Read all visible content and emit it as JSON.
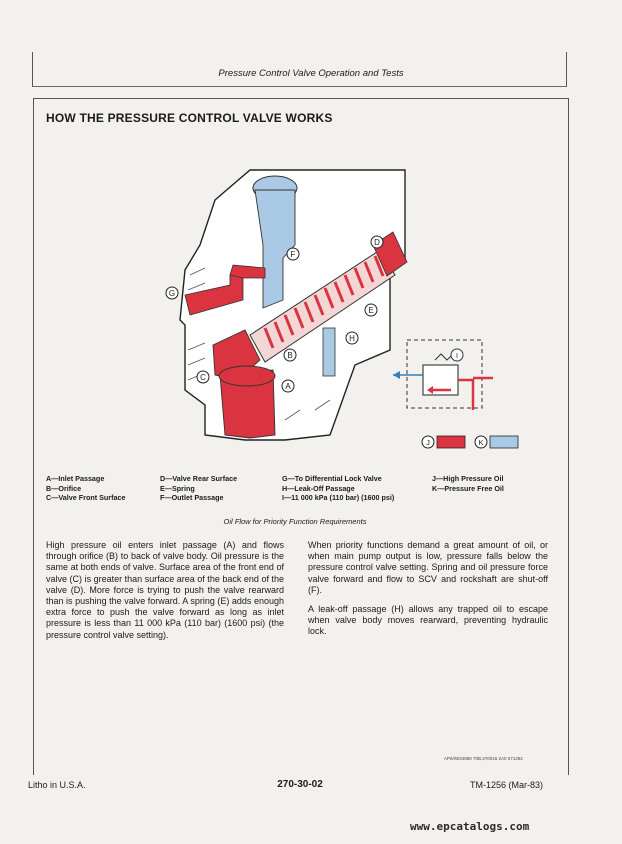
{
  "header": {
    "running_head": "Pressure Control Valve Operation and Tests"
  },
  "section": {
    "title": "HOW THE PRESSURE CONTROL VALVE WORKS"
  },
  "diagram": {
    "callouts": [
      "A",
      "B",
      "C",
      "D",
      "E",
      "F",
      "G",
      "H",
      "I"
    ],
    "key": [
      {
        "letter": "J",
        "color": "#d9343f"
      },
      {
        "letter": "K",
        "color": "#a9c9e4"
      }
    ],
    "colors": {
      "high_pressure": "#d9343f",
      "pressure_free": "#a9c9e4",
      "body": "#ffffff"
    }
  },
  "legend": {
    "col1": [
      "A—Inlet Passage",
      "B—Orifice",
      "C—Valve Front Surface"
    ],
    "col2": [
      "D—Valve Rear Surface",
      "E—Spring",
      "F—Outlet Passage"
    ],
    "col3": [
      "G—To Differential Lock Valve",
      "H—Leak-Off Passage",
      "I—11 000 kPa (110 bar) (1600 psi)"
    ],
    "col4": [
      "J—High Pressure Oil",
      "K—Pressure Free Oil"
    ]
  },
  "caption": "Oil Flow for Priority Function Requirements",
  "body": {
    "left": "High pressure oil enters inlet passage (A) and flows through orifice (B) to back of valve body. Oil pressure is the same at both ends of valve. Surface area of the front end of valve (C) is greater than surface area of the back end of the valve (D). More force is trying to push the valve rearward than is pushing the valve forward. A spring (E) adds enough extra force to push the valve forward as long as inlet pressure is less than 11 000 kPa (110 bar) (1600 psi) (the pressure control valve setting).",
    "right_1": "When priority functions demand a great amount of oil, or when main pump output is low, pressure falls below the pressure control valve setting. Spring and oil pressure force valve forward and flow to SCV and rockshaft are shut-off (F).",
    "right_2": "A leak-off passage (H) allows any trapped oil to escape when valve body moves rearward, preventing hydraulic lock."
  },
  "figure_code": "AP6/IW34980 70B,270016 2A0 071282",
  "footer": {
    "left": "Litho in U.S.A.",
    "center": "270-30-02",
    "right": "TM-1256 (Mar-83)"
  },
  "watermark": "www.epcatalogs.com"
}
